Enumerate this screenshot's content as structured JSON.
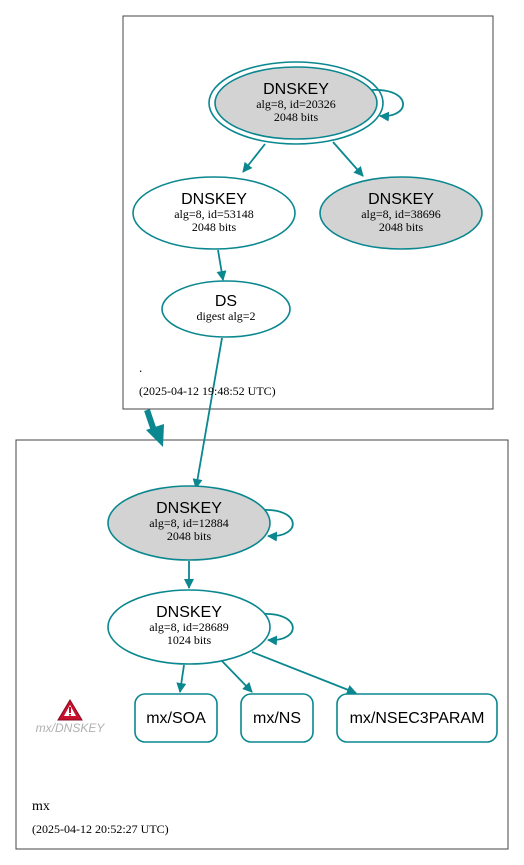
{
  "zones": {
    "root": {
      "name": ".",
      "timestamp": "(2025-04-12 19:48:52 UTC)"
    },
    "mx": {
      "name": "mx",
      "timestamp": "(2025-04-12 20:52:27 UTC)"
    }
  },
  "nodes": {
    "root_ksk": {
      "title": "DNSKEY",
      "line1": "alg=8, id=20326",
      "line2": "2048 bits"
    },
    "root_zsk1": {
      "title": "DNSKEY",
      "line1": "alg=8, id=53148",
      "line2": "2048 bits"
    },
    "root_zsk2": {
      "title": "DNSKEY",
      "line1": "alg=8, id=38696",
      "line2": "2048 bits"
    },
    "ds": {
      "title": "DS",
      "line1": "digest alg=2"
    },
    "mx_ksk": {
      "title": "DNSKEY",
      "line1": "alg=8, id=12884",
      "line2": "2048 bits"
    },
    "mx_zsk": {
      "title": "DNSKEY",
      "line1": "alg=8, id=28689",
      "line2": "1024 bits"
    },
    "rr_soa": {
      "label": "mx/SOA"
    },
    "rr_ns": {
      "label": "mx/NS"
    },
    "rr_nsec3param": {
      "label": "mx/NSEC3PARAM"
    },
    "warning": {
      "label": "mx/DNSKEY"
    }
  },
  "colors": {
    "edge": "#0a878f",
    "border": "#0a878f",
    "zone_border": "#444444",
    "filled": "#d3d3d3",
    "warning_red": "#c8102e",
    "warning_text": "#b0b0b0"
  }
}
